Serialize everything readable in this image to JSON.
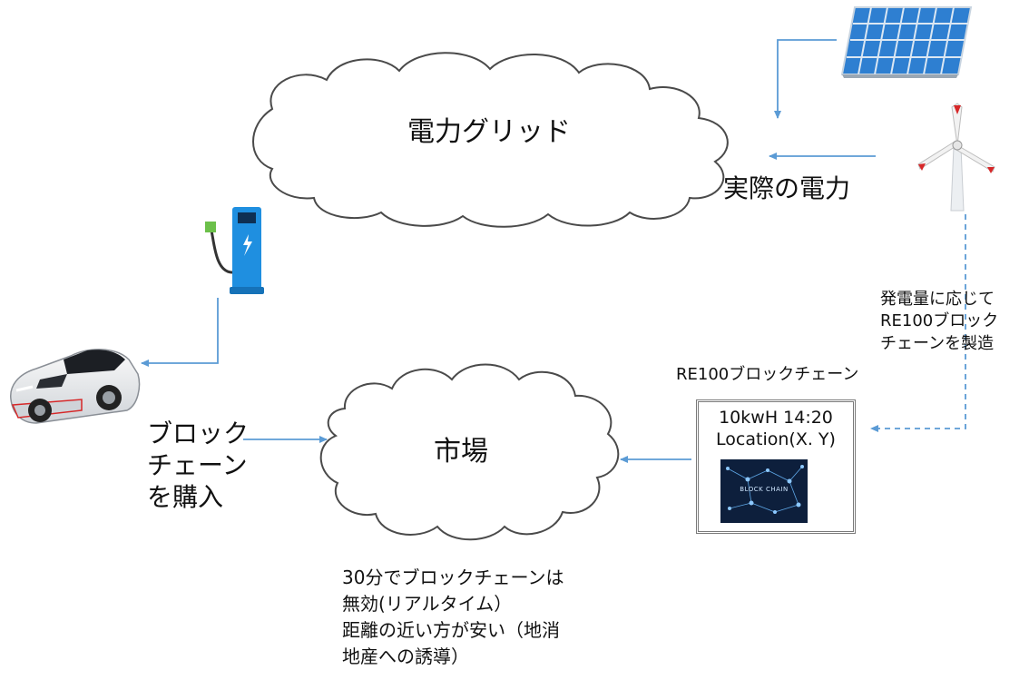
{
  "grid_label": "電力グリッド",
  "actual_power_label": "実際の電力",
  "market_label": "市場",
  "generation_note": [
    "発電量に応じて",
    "RE100ブロック",
    "チェーンを製造"
  ],
  "blockchain_title": "RE100ブロックチェーン",
  "blockchain_card": {
    "line1": "10kwH 14:20",
    "line2": "Location(X. Y)",
    "image_text": "BLOCK CHAIN"
  },
  "purchase_label": [
    "ブロック",
    "チェーン",
    "を購入"
  ],
  "bottom_notes": [
    "30分でブロックチェーンは",
    "無効(リアルタイム）",
    "距離の近い方が安い（地消",
    "地産への誘導）"
  ],
  "colors": {
    "arrow": "#5b9bd5",
    "charger": "#1f8fe0",
    "panel": "#2e7fd1",
    "turbine_tip": "#d62728"
  },
  "icons": [
    "solar-panel-icon",
    "wind-turbine-icon",
    "ev-charger-icon",
    "electric-car-icon",
    "cloud-icon"
  ]
}
